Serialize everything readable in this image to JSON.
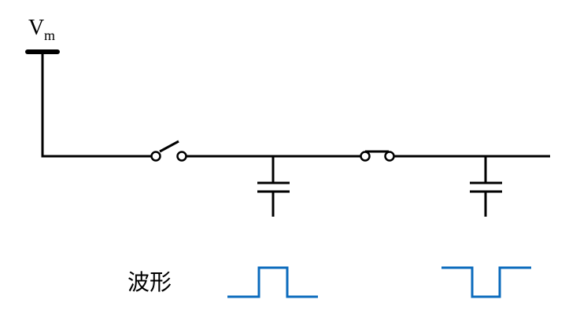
{
  "supply": {
    "symbol": "V",
    "subscript": "m"
  },
  "waveform": {
    "label": "波形"
  },
  "colors": {
    "wire": "#000000",
    "waveform": "#0b6bbd",
    "background": "#ffffff"
  },
  "components": {
    "switches": [
      {
        "name": "switch-1",
        "state": "open"
      },
      {
        "name": "switch-2",
        "state": "closed"
      }
    ],
    "capacitors": 2
  },
  "waveforms": [
    {
      "name": "waveform-1",
      "shape": "positive-pulse"
    },
    {
      "name": "waveform-2",
      "shape": "negative-pulse"
    }
  ]
}
